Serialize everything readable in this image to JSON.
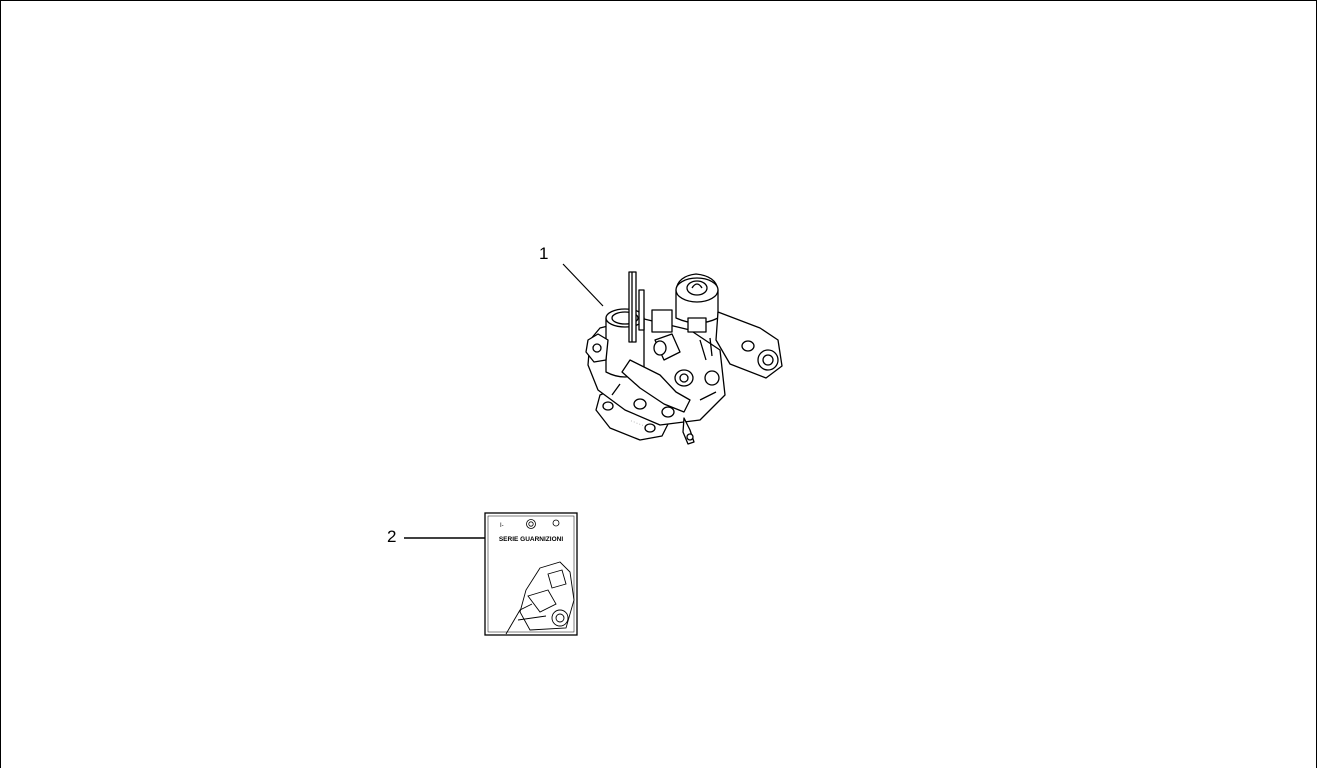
{
  "callouts": {
    "item1": "1",
    "item2": "2"
  },
  "gasket_pack": {
    "label": "SERIE GUARNIZIONI"
  },
  "colors": {
    "line": "#000000",
    "background": "#ffffff"
  }
}
